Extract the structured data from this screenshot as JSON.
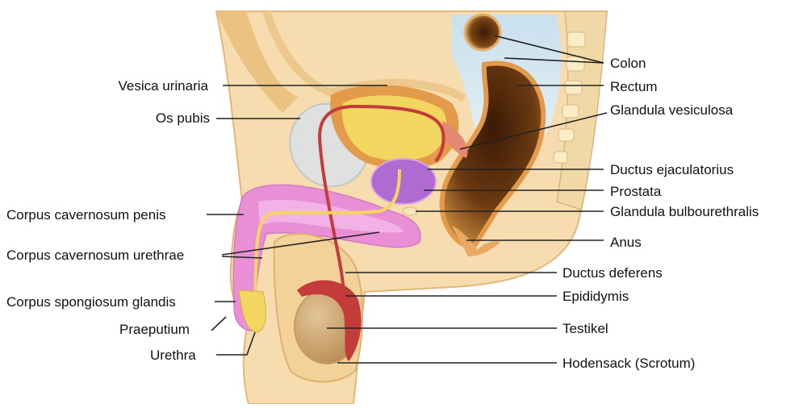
{
  "labels": {
    "colon": "Colon",
    "rectum": "Rectum",
    "glandula_vesiculosa": "Glandula vesiculosa",
    "ductus_ejaculatorius": "Ductus ejaculatorius",
    "prostata": "Prostata",
    "glandula_bulbourethralis": "Glandula bulbourethralis",
    "anus": "Anus",
    "ductus_deferens": "Ductus deferens",
    "epididymis": "Epididymis",
    "testikel": "Testikel",
    "scrotum": "Hodensack (Scrotum)",
    "vesica_urinaria": "Vesica urinaria",
    "os_pubis": "Os pubis",
    "corpus_cavernosum_penis": "Corpus cavernosum penis",
    "corpus_cavernosum_urethrae": "Corpus cavernosum urethrae",
    "corpus_spongiosum_glandis": "Corpus spongiosum glandis",
    "praeputium": "Praeputium",
    "urethra": "Urethra"
  },
  "colors": {
    "skin": "#f3d29a",
    "skin_dark": "#e8b86e",
    "tissue_orange": "#e08a3c",
    "bladder": "#f3d660",
    "erectile_pink": "#e98fd6",
    "prostate_purple": "#b06bd2",
    "rectum_brown": "#6b3a12",
    "urethra_red": "#c43b3b",
    "bone": "#d9dcdc",
    "cavity_blue": "#b9d6e8"
  }
}
